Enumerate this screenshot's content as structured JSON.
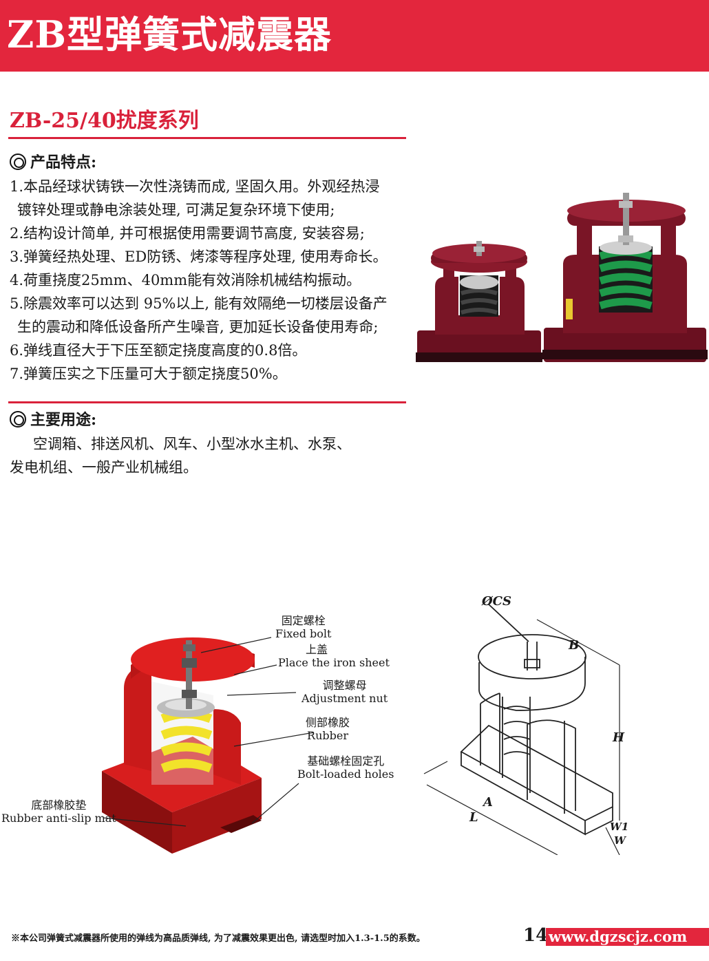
{
  "header": {
    "title": "ZB型弹簧式减震器",
    "band_color": "#e3263d"
  },
  "series": {
    "title": "ZB-25/40扰度系列"
  },
  "features": {
    "heading": "产品特点:",
    "lines": [
      "1.本品经球状铸铁一次性浇铸而成, 坚固久用。外观经热浸",
      "镀锌处理或静电涂装处理, 可满足复杂环境下使用;",
      "2.结构设计简单, 并可根据使用需要调节高度, 安装容易;",
      "3.弹簧经热处理、ED防锈、烤漆等程序处理, 使用寿命长。",
      "4.荷重挠度25mm、40mm能有效消除机械结构振动。",
      "5.除震效率可以达到 95%以上, 能有效隔绝一切楼层设备产",
      "生的震动和降低设备所产生噪音, 更加延长设备使用寿命;",
      "6.弹线直径大于下压至额定挠度高度的0.8倍。",
      "7.弹簧压实之下压量可大于额定挠度50%。"
    ]
  },
  "usage": {
    "heading": "主要用途:",
    "line1": "空调箱、排送风机、风车、小型冰水主机、水泵、",
    "line2": "发电机组、一般产业机械组。"
  },
  "callouts": {
    "fixed_bolt": {
      "zh": "固定螺栓",
      "en": "Fixed bolt"
    },
    "top_cover": {
      "zh": "上盖",
      "en": "Place the iron sheet"
    },
    "adjust_nut": {
      "zh": "调整螺母",
      "en": "Adjustment nut"
    },
    "side_rubber": {
      "zh": "侧部橡胶",
      "en": "Rubber"
    },
    "bolt_holes": {
      "zh": "基础螺栓固定孔",
      "en": "Bolt-loaded holes"
    },
    "bottom_pad": {
      "zh": "底部橡胶垫",
      "en": "Rubber anti-slip mat"
    }
  },
  "dimensions": {
    "cs": "ØCS",
    "b": "B",
    "h": "H",
    "a": "A",
    "l": "L",
    "w1": "W1",
    "w": "W"
  },
  "footer": {
    "note": "※本公司弹簧式减震器所使用的弹线为高品质弹线, 为了减震效果更出色, 请选型时加入1.3-1.5的系数。",
    "page": "14",
    "url": "www.dgzscjz.com"
  },
  "colors": {
    "housing": "#7a1526",
    "housing_red": "#d81e1e",
    "spring_green": "#1e9a4a",
    "spring_yellow": "#f2e22a"
  }
}
